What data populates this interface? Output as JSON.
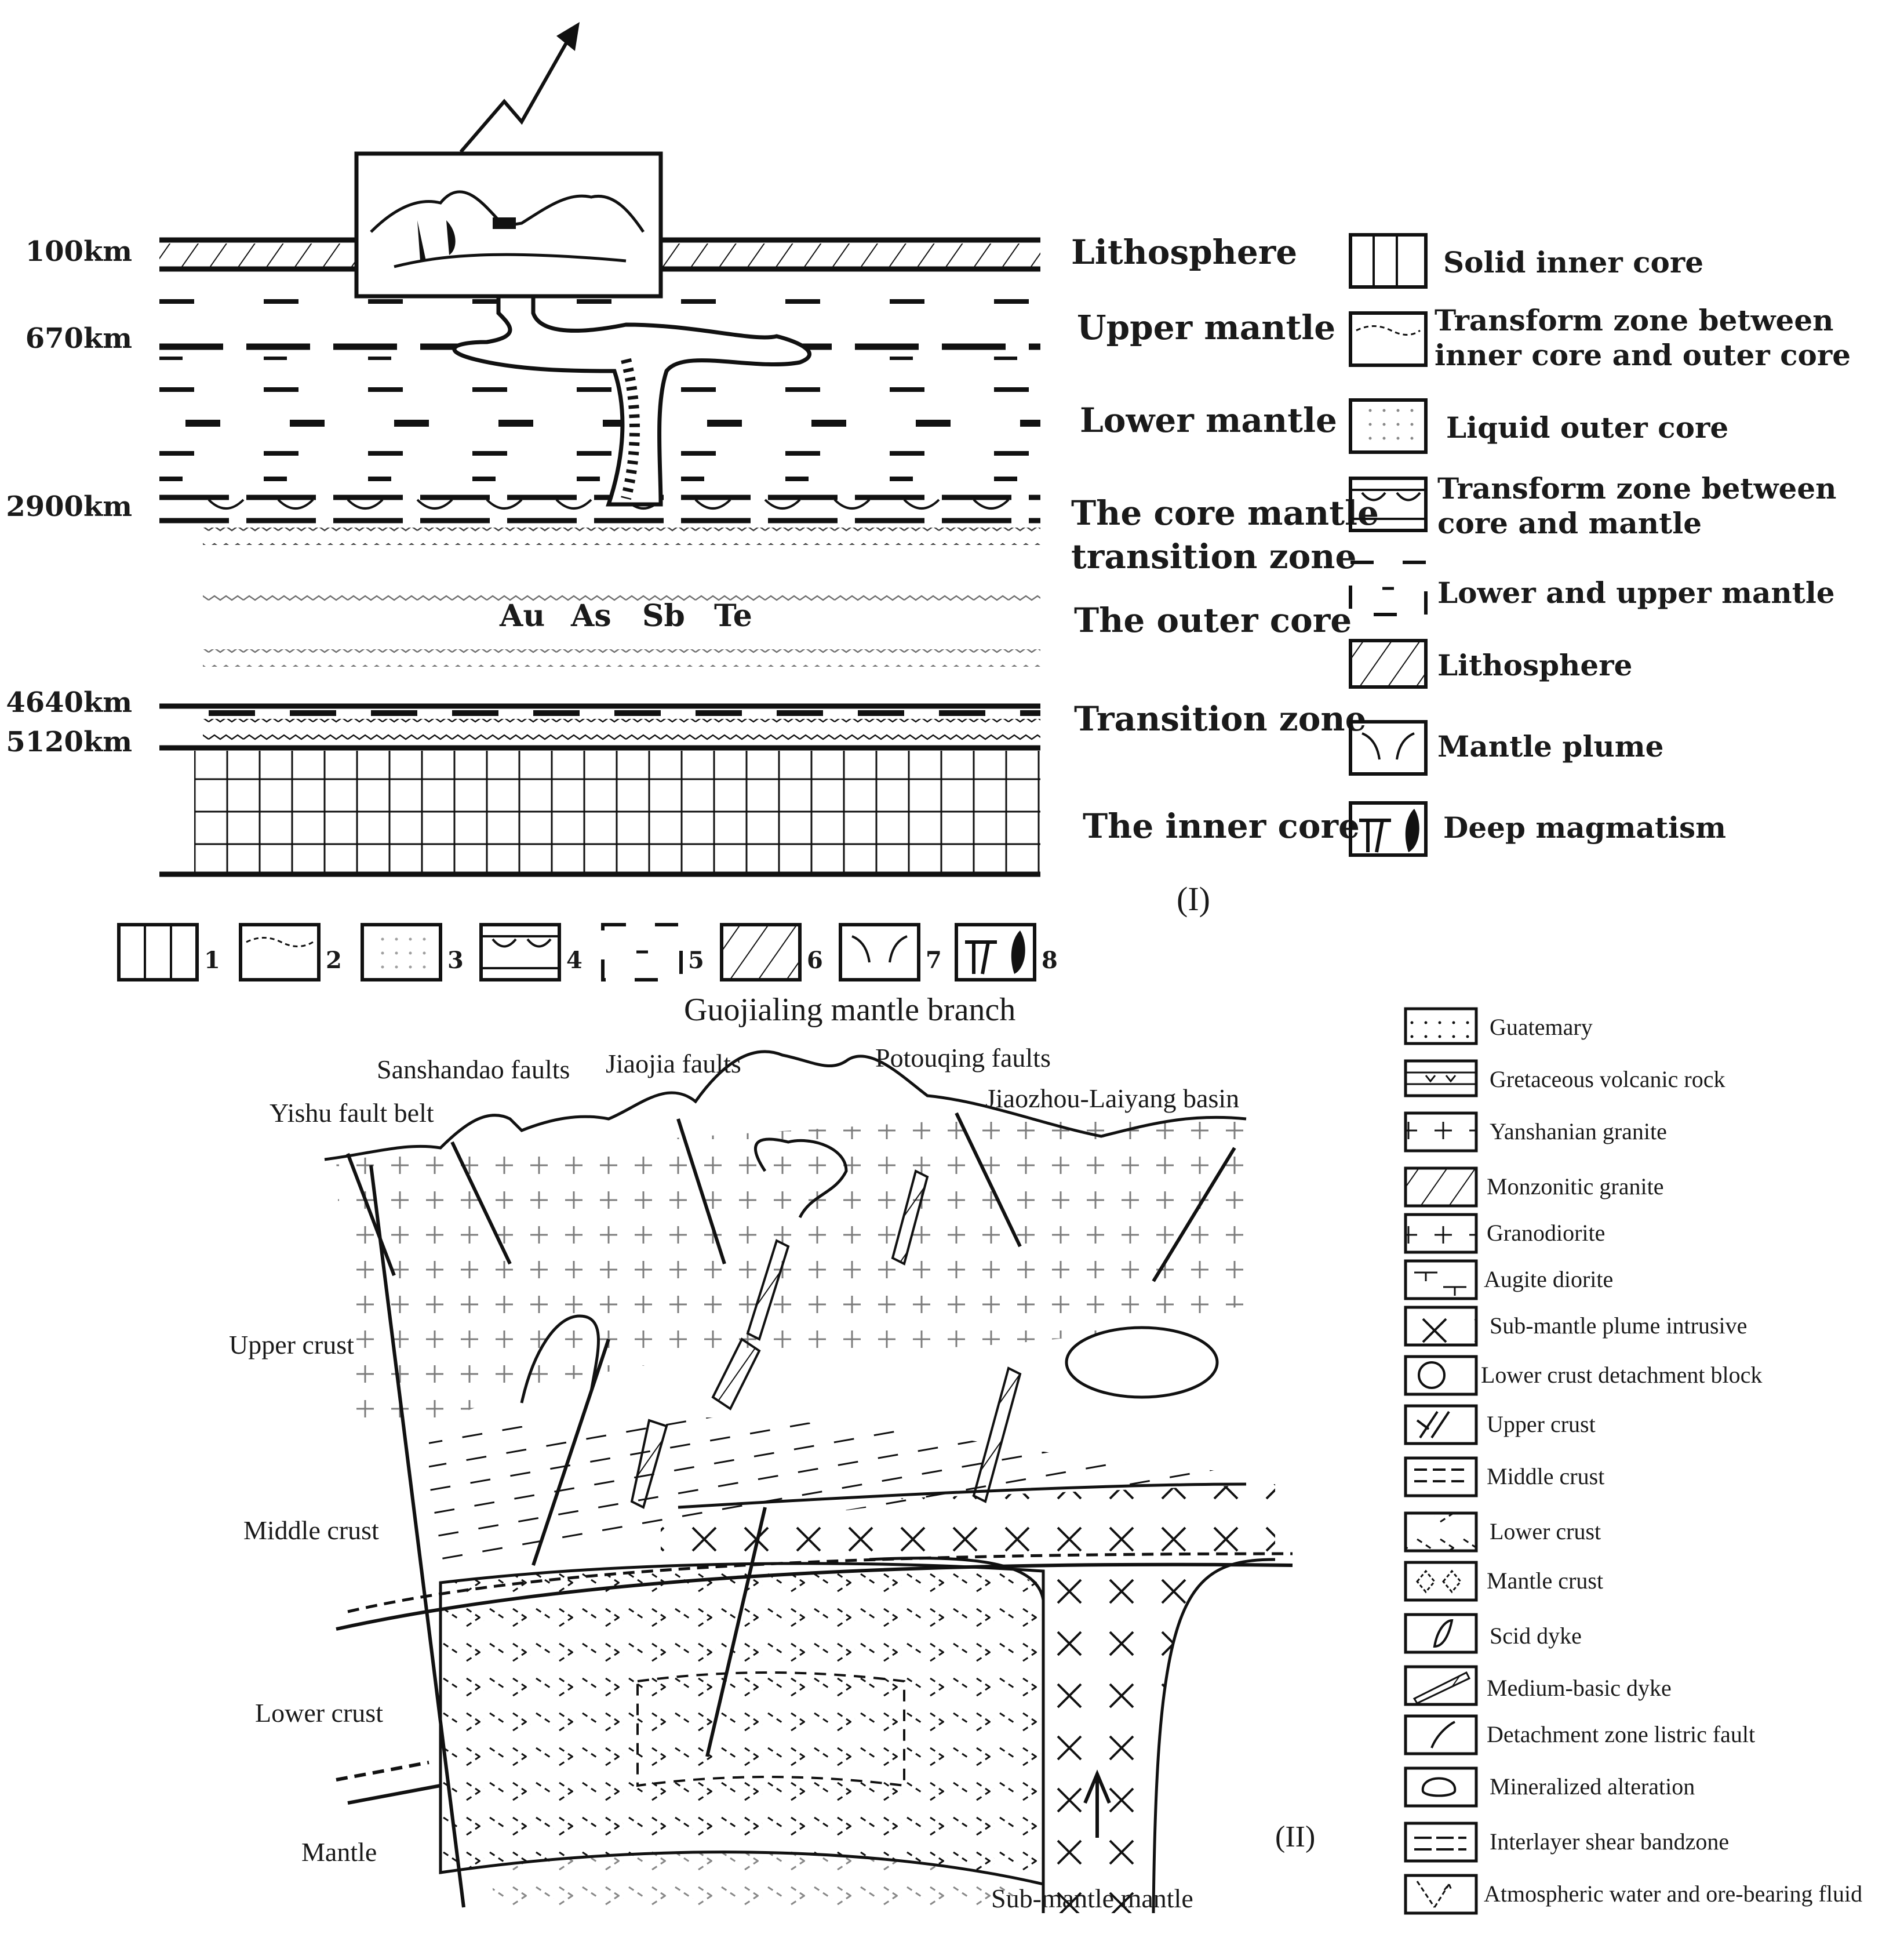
{
  "panel1": {
    "depths": [
      "100km",
      "670km",
      "2900km",
      "4640km",
      "5120km"
    ],
    "layers": [
      "Lithosphere",
      "Upper mantle",
      "Lower mantle",
      "The core mantle",
      "transition zone",
      "The outer core",
      "Transition zone",
      "The inner core"
    ],
    "elements": [
      "Au",
      "As",
      "Sb",
      "Te"
    ],
    "legend": [
      "Solid inner core",
      "Transform zone  between",
      "inner core and outer core",
      "Liquid outer core",
      "Transform zone between",
      "core and mantle",
      "Lower and upper mantle",
      "Lithosphere",
      "Mantle plume",
      "Deep magmatism"
    ],
    "numbered_keys": [
      "1",
      "2",
      "3",
      "4",
      "5",
      "6",
      "7",
      "8"
    ],
    "panel_label": "(I)"
  },
  "panel2": {
    "top_labels": [
      "Guojialing mantle branch",
      "Sanshandao faults",
      "Jiaojia faults",
      "Potouqing faults",
      "Yishu fault belt",
      "Jiaozhou-Laiyang basin"
    ],
    "side_labels": [
      "Upper crust",
      "Middle crust",
      "Lower crust",
      "Mantle"
    ],
    "bottom_label": "Sub-mantle mantle",
    "panel_label": "(II)",
    "legend": [
      "Guatemary",
      "Gretaceous volcanic rock",
      "Yanshanian granite",
      "Monzonitic granite",
      "Granodiorite",
      "Augite diorite",
      "Sub-mantle plume intrusive",
      "Lower crust detachment block",
      "Upper crust",
      "Middle crust",
      "Lower crust",
      "Mantle crust",
      "Scid dyke",
      "Medium-basic dyke",
      "Detachment zone listric fault",
      "Mineralized alteration",
      "Interlayer shear bandzone",
      "Atmospheric water and ore-bearing fluid"
    ]
  }
}
